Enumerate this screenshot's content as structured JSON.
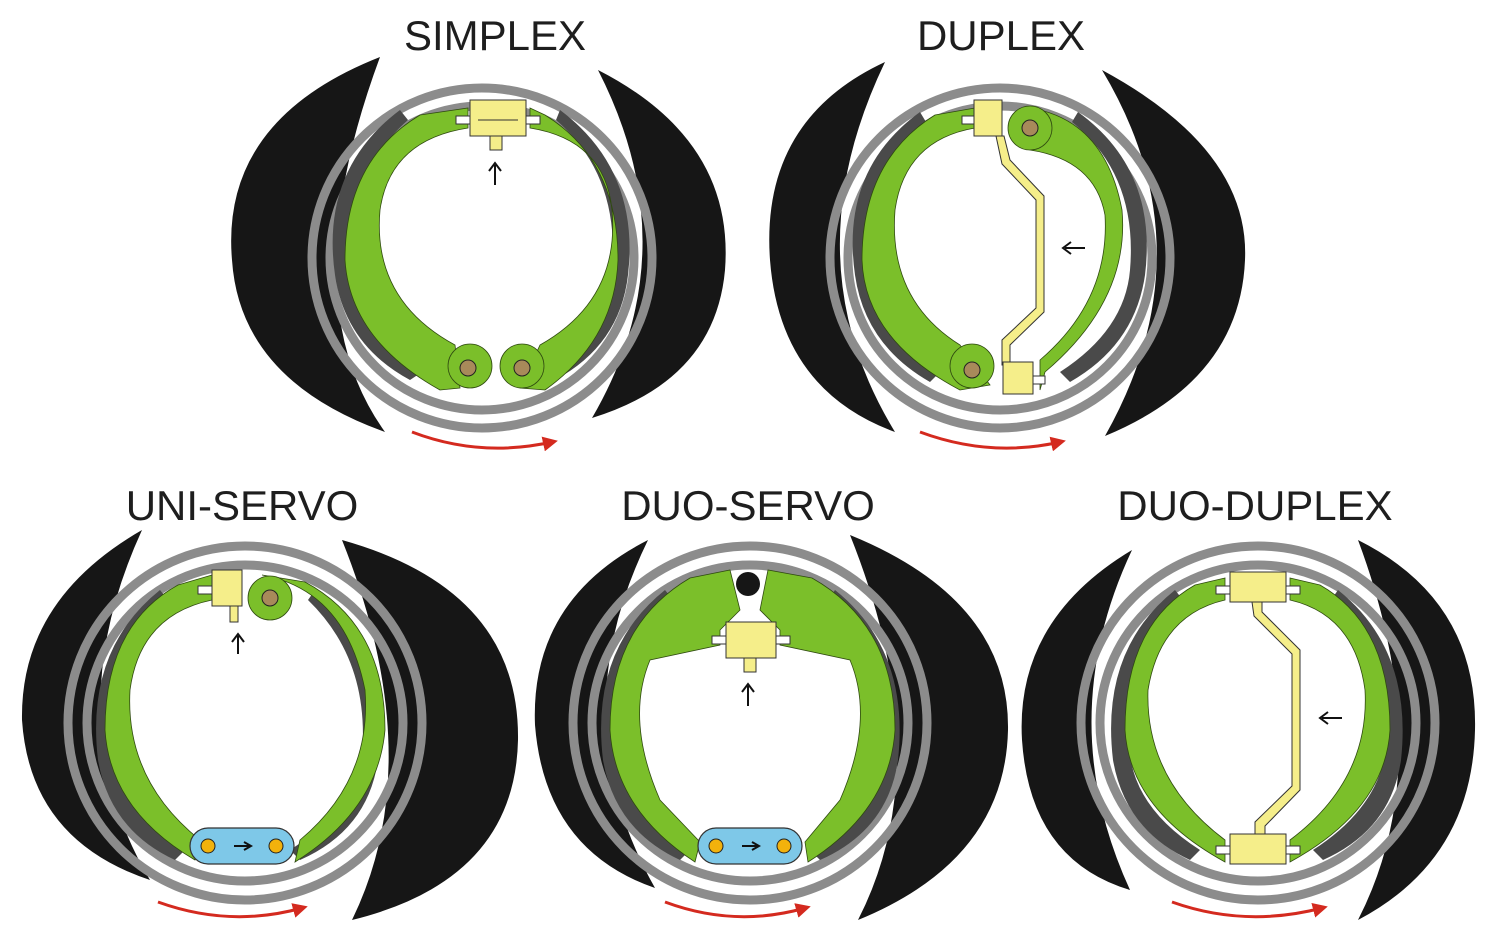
{
  "diagrams": [
    {
      "id": "simplex",
      "title": "SIMPLEX",
      "variant": "simplex"
    },
    {
      "id": "duplex",
      "title": "DUPLEX",
      "variant": "duplex"
    },
    {
      "id": "uni-servo",
      "title": "UNI-SERVO",
      "variant": "uniservo"
    },
    {
      "id": "duo-servo",
      "title": "DUO-SERVO",
      "variant": "duoservo"
    },
    {
      "id": "duo-duplex",
      "title": "DUO-DUPLEX",
      "variant": "duoduplex"
    }
  ],
  "colors": {
    "shoe": "#7bbf2a",
    "lining": "#4a4a4a",
    "drum": "#8c8c8c",
    "pressure": "#161616",
    "cylinder": "#f5ee8a",
    "adjuster": "#7ec8e8",
    "pivot": "#a88a5a",
    "pin": "#f2b20c",
    "rotation": "#d42a1f"
  },
  "icons": [
    "pressure-zone",
    "brake-drum",
    "brake-shoe",
    "wheel-cylinder",
    "anchor-pivot",
    "adjuster-link",
    "rotation-arrow"
  ]
}
